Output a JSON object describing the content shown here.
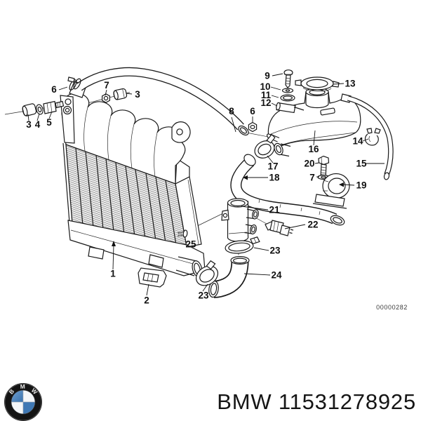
{
  "diagram": {
    "drawing_number": "00000282",
    "callouts": {
      "c1": "1",
      "c2": "2",
      "c3a": "3",
      "c3b": "3",
      "c4": "4",
      "c5": "5",
      "c6a": "6",
      "c6b": "6",
      "c7a": "7",
      "c7b": "7",
      "c8": "8",
      "c9": "9",
      "c10": "10",
      "c11": "11",
      "c12": "12",
      "c13": "13",
      "c14": "14",
      "c15": "15",
      "c16": "16",
      "c17": "17",
      "c18": "18",
      "c19": "19",
      "c20": "20",
      "c21": "21",
      "c22": "22",
      "c23a": "23",
      "c23b": "23",
      "c24": "24",
      "c25": "25"
    }
  },
  "footer": {
    "label": "BMW 11531278925"
  },
  "logo": {
    "letters": {
      "b": "B",
      "m": "M",
      "w": "W"
    }
  },
  "colors": {
    "ink": "#1a1a1a",
    "brand_blue": "#4a86c4",
    "logo_black": "#141414"
  }
}
